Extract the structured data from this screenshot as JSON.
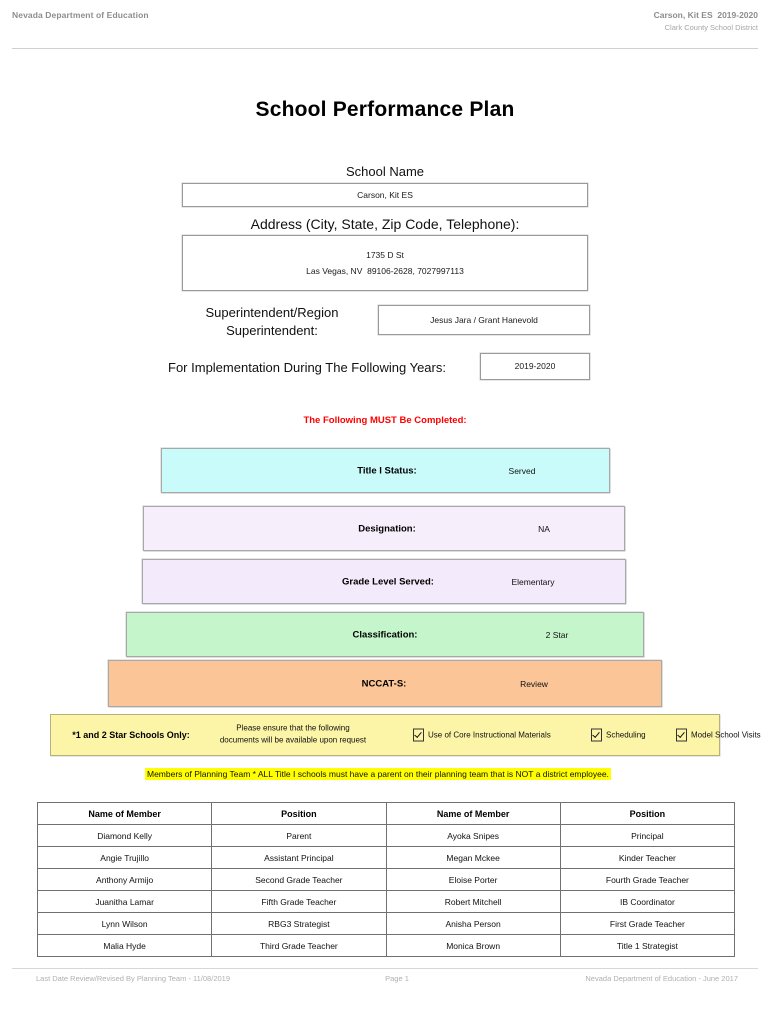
{
  "header": {
    "left": "Nevada Department of Education",
    "right_line1": "Carson, Kit ES  2019-2020",
    "right_line2": "Clark County School District"
  },
  "title": "School Performance Plan",
  "fields": {
    "school_name_label": "School Name",
    "school_name_value": "Carson, Kit ES",
    "address_label": "Address (City, State, Zip Code, Telephone):",
    "address_line1": "1735 D St",
    "address_line2": "Las Vegas, NV  89106-2628, 7027997113",
    "superintendent_label": "Superintendent/Region Superintendent:",
    "superintendent_value": "Jesus Jara / Grant Hanevold",
    "years_label": "For Implementation During The Following Years:",
    "years_value": "2019-2020"
  },
  "must_complete_notice": "The Following MUST Be Completed:",
  "status_bars": [
    {
      "label": "Title I Status:",
      "value": "Served",
      "color": "#c9fbfb"
    },
    {
      "label": "Designation:",
      "value": "NA",
      "color": "#f6eefb"
    },
    {
      "label": "Grade Level Served:",
      "value": "Elementary",
      "color": "#f3eafb"
    },
    {
      "label": "Classification:",
      "value": "2 Star",
      "color": "#c5f5cb"
    },
    {
      "label": "NCCAT-S:",
      "value": "Review",
      "color": "#fbc598"
    }
  ],
  "star_schools": {
    "title": "*1 and 2 Star Schools Only:",
    "note_line1": "Please ensure that the following",
    "note_line2": "documents will be available upon request",
    "checkboxes": [
      {
        "label": "Use of Core Instructional Materials",
        "checked": true
      },
      {
        "label": "Scheduling",
        "checked": true
      },
      {
        "label": "Model School Visits",
        "checked": true
      }
    ],
    "highlight_color": "#fcf5a8"
  },
  "planning_banner": "Members of Planning Team * ALL Title I schools must have a parent on their planning team that is NOT a district employee.",
  "members_table": {
    "headers": [
      "Name of Member",
      "Position",
      "Name of Member",
      "Position"
    ],
    "rows": [
      [
        "Diamond Kelly",
        "Parent",
        "Ayoka Snipes",
        "Principal"
      ],
      [
        "Angie Trujillo",
        "Assistant Principal",
        "Megan Mckee",
        "Kinder Teacher"
      ],
      [
        "Anthony Armijo",
        "Second Grade Teacher",
        "Eloise Porter",
        "Fourth Grade Teacher"
      ],
      [
        "Juanitha Lamar",
        "Fifth Grade Teacher",
        "Robert Mitchell",
        "IB Coordinator"
      ],
      [
        "Lynn Wilson",
        "RBG3 Strategist",
        "Anisha Person",
        "First Grade Teacher"
      ],
      [
        "Malia Hyde",
        "Third Grade Teacher",
        "Monica Brown",
        "Title 1 Strategist"
      ]
    ]
  },
  "footer": {
    "left": "Last Date Review/Revised By Planning Team - 11/08/2019",
    "center": "Page 1",
    "right": "Nevada Department of Education - June 2017"
  }
}
